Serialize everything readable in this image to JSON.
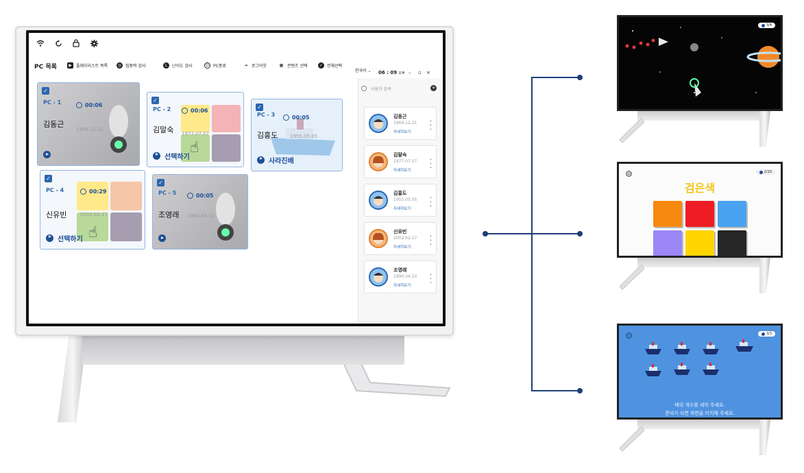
{
  "toolbar": {
    "title": "PC 목록",
    "playlist": "플레이리스트 목록",
    "focus_test": "집중력 검사",
    "difficulty_test": "난이도 검사",
    "pc_shutdown": "PC종료",
    "logout": "로그아웃",
    "content_select": "콘텐츠 선택",
    "select_all": "전체선택",
    "language": "한국어",
    "time": "06 : 09",
    "ampm": "오후"
  },
  "cards": [
    {
      "pc": "PC - 1",
      "timer": "00:06",
      "name": "김동근",
      "birth": "1964.12.21"
    },
    {
      "pc": "PC - 2",
      "timer": "00:06",
      "name": "김말숙",
      "birth": "1977.07.07",
      "select": "선택하기"
    },
    {
      "pc": "PC - 3",
      "timer": "00:05",
      "name": "김홍도",
      "birth": "1955.05.05",
      "action": "사라진배"
    },
    {
      "pc": "PC - 4",
      "timer": "00:29",
      "name": "신유빈",
      "birth": "2002.02.17",
      "select": "선택하기"
    },
    {
      "pc": "PC - 5",
      "timer": "00:05",
      "name": "조영래",
      "birth": "1990.04.10"
    }
  ],
  "sidebar": {
    "search_placeholder": "사용자 검색",
    "detail_label": "자세히보기",
    "people": [
      {
        "name": "김동근",
        "birth": "1964.12.21"
      },
      {
        "name": "김말숙",
        "birth": "1977.07.07"
      },
      {
        "name": "김홍도",
        "birth": "1955.05.05"
      },
      {
        "name": "신유빈",
        "birth": "2002.02.17"
      },
      {
        "name": "조영래",
        "birth": "1990.04.10"
      }
    ]
  },
  "screens": {
    "space_badge": "3/4",
    "color_badge": "2/10",
    "color_title": "검은색",
    "boat_badge": "3/3",
    "boat_line1": "배의 개수를 세어 주세요.",
    "boat_line2": "준비가 되면 화면을 터치해 주세요."
  }
}
